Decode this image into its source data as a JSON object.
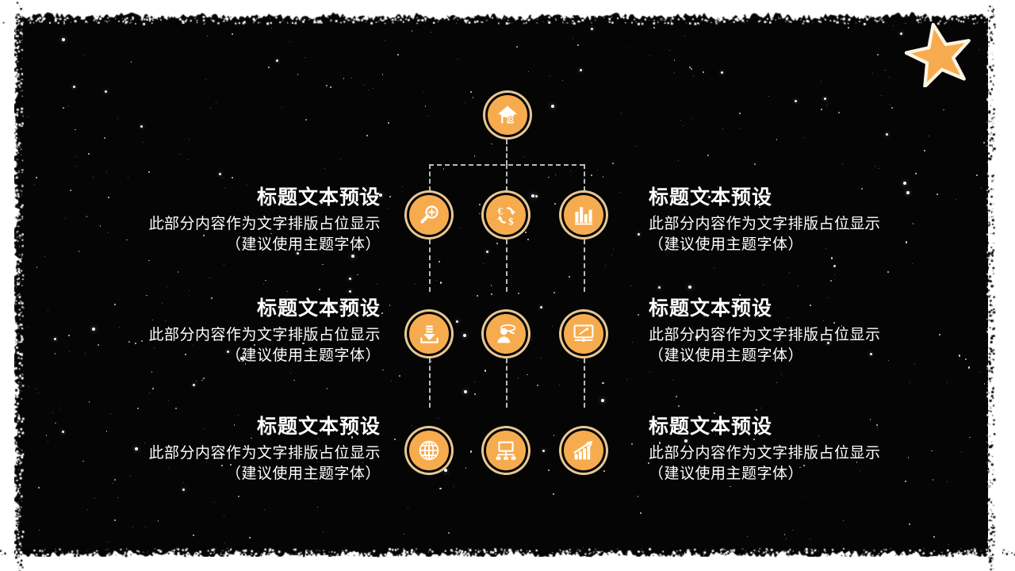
{
  "slide": {
    "background_color": "#050505",
    "page_color": "#ffffff",
    "accent_color": "#f6ac4e",
    "ring_color": "#e8c893",
    "line_color": "#b9bcbd",
    "text_color": "#ffffff"
  },
  "decor": {
    "star_label": "decorative-star",
    "star_fill": "#f6ac4e",
    "star_stroke": "#fdf4e4"
  },
  "chart_root": {
    "icon": "home-icon",
    "icon_label": "home"
  },
  "rows": [
    {
      "left": {
        "title": "标题文本预设",
        "line1": "此部分内容作为文字排版占位显示",
        "line2": "（建议使用主题字体）"
      },
      "right": {
        "title": "标题文本预设",
        "line1": "此部分内容作为文字排版占位显示",
        "line2": "（建议使用主题字体）"
      },
      "nodes": [
        {
          "icon": "search-plus-icon",
          "icon_label": "magnifier-plus"
        },
        {
          "icon": "currency-exchange-icon",
          "icon_label": "euro-dollar-exchange"
        },
        {
          "icon": "bar-chart-icon",
          "icon_label": "bar-chart"
        }
      ]
    },
    {
      "left": {
        "title": "标题文本预设",
        "line1": "此部分内容作为文字排版占位显示",
        "line2": "（建议使用主题字体）"
      },
      "right": {
        "title": "标题文本预设",
        "line1": "此部分内容作为文字排版占位显示",
        "line2": "（建议使用主题字体）"
      },
      "nodes": [
        {
          "icon": "download-icon",
          "icon_label": "download"
        },
        {
          "icon": "person-speech-icon",
          "icon_label": "person-announcement"
        },
        {
          "icon": "monitor-pointer-icon",
          "icon_label": "monitor-presentation"
        }
      ]
    },
    {
      "left": {
        "title": "标题文本预设",
        "line1": "此部分内容作为文字排版占位显示",
        "line2": "（建议使用主题字体）"
      },
      "right": {
        "title": "标题文本预设",
        "line1": "此部分内容作为文字排版占位显示",
        "line2": "（建议使用主题字体）"
      },
      "nodes": [
        {
          "icon": "globe-network-icon",
          "icon_label": "globe-network"
        },
        {
          "icon": "network-diagram-icon",
          "icon_label": "monitor-network-tree"
        },
        {
          "icon": "growth-chart-icon",
          "icon_label": "growth-arrow-chart"
        }
      ]
    }
  ]
}
